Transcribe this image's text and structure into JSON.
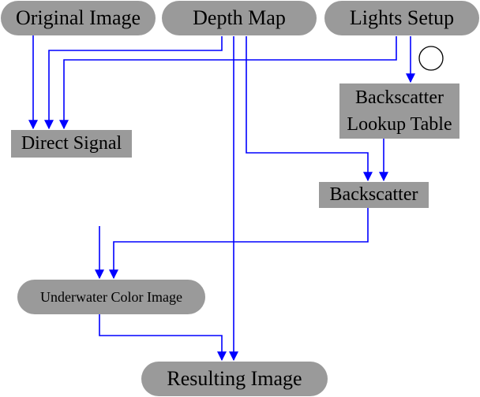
{
  "nodes": {
    "original_image": "Original Image",
    "depth_map": "Depth Map",
    "lights_setup": "Lights Setup",
    "backscatter_lookup_line1": "Backscatter",
    "backscatter_lookup_line2": "Lookup Table",
    "direct_signal": "Direct Signal",
    "backscatter": "Backscatter",
    "underwater_color_image": "Underwater Color Image",
    "resulting_image": "Resulting Image"
  },
  "colors": {
    "node_fill": "#9a9a9a",
    "edge": "#0000ff",
    "text": "#000000"
  }
}
